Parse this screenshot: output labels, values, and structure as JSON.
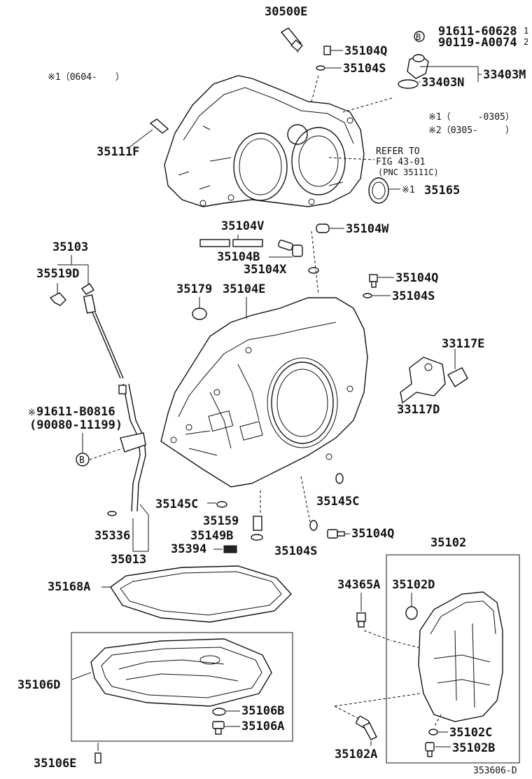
{
  "labels": {
    "p30500E": "30500E",
    "note_b1": "91611-60628",
    "note_b2": "90119-A0074",
    "b_sub1": "1",
    "b_sub2": "2",
    "p35104Q_top": "35104Q",
    "p35104S_top": "35104S",
    "p33403M": "33403M",
    "p33403N": "33403N",
    "note_date1": "※1（0604-　　）",
    "note_r1": "※1（　　　-0305）",
    "note_r2": "※2（0305-　　　）",
    "p35111F": "35111F",
    "refer1": "REFER TO",
    "refer2": "FIG 43-01",
    "refer3": "(PNC 35111C)",
    "p35165": "35165",
    "p35165_mark": "※1",
    "p35104V": "35104V",
    "p35104W": "35104W",
    "p35104B": "35104B",
    "p35104X": "35104X",
    "p35103": "35103",
    "p35519D": "35519D",
    "p35104Q_mid": "35104Q",
    "p35179": "35179",
    "p35104E": "35104E",
    "p35104S_mid": "35104S",
    "p33117E": "33117E",
    "p33117D": "33117D",
    "note_b0816": "91611-B0816",
    "note_b0816_mark": "※",
    "note_90080": "(90080-11199)",
    "b_circle": "B",
    "p35145C_left": "35145C",
    "p35145C_right": "35145C",
    "p35159": "35159",
    "p35149B": "35149B",
    "p35336": "35336",
    "p35394": "35394",
    "p35104Q_low": "35104Q",
    "p35104S_low": "35104S",
    "p35013": "35013",
    "p35102": "35102",
    "p35168A": "35168A",
    "p34365A": "34365A",
    "p35102D": "35102D",
    "p35106D": "35106D",
    "p35106B": "35106B",
    "p35106A": "35106A",
    "p35106E": "35106E",
    "p35102A": "35102A",
    "p35102C": "35102C",
    "p35102B": "35102B",
    "figure_id": "353606-D"
  }
}
